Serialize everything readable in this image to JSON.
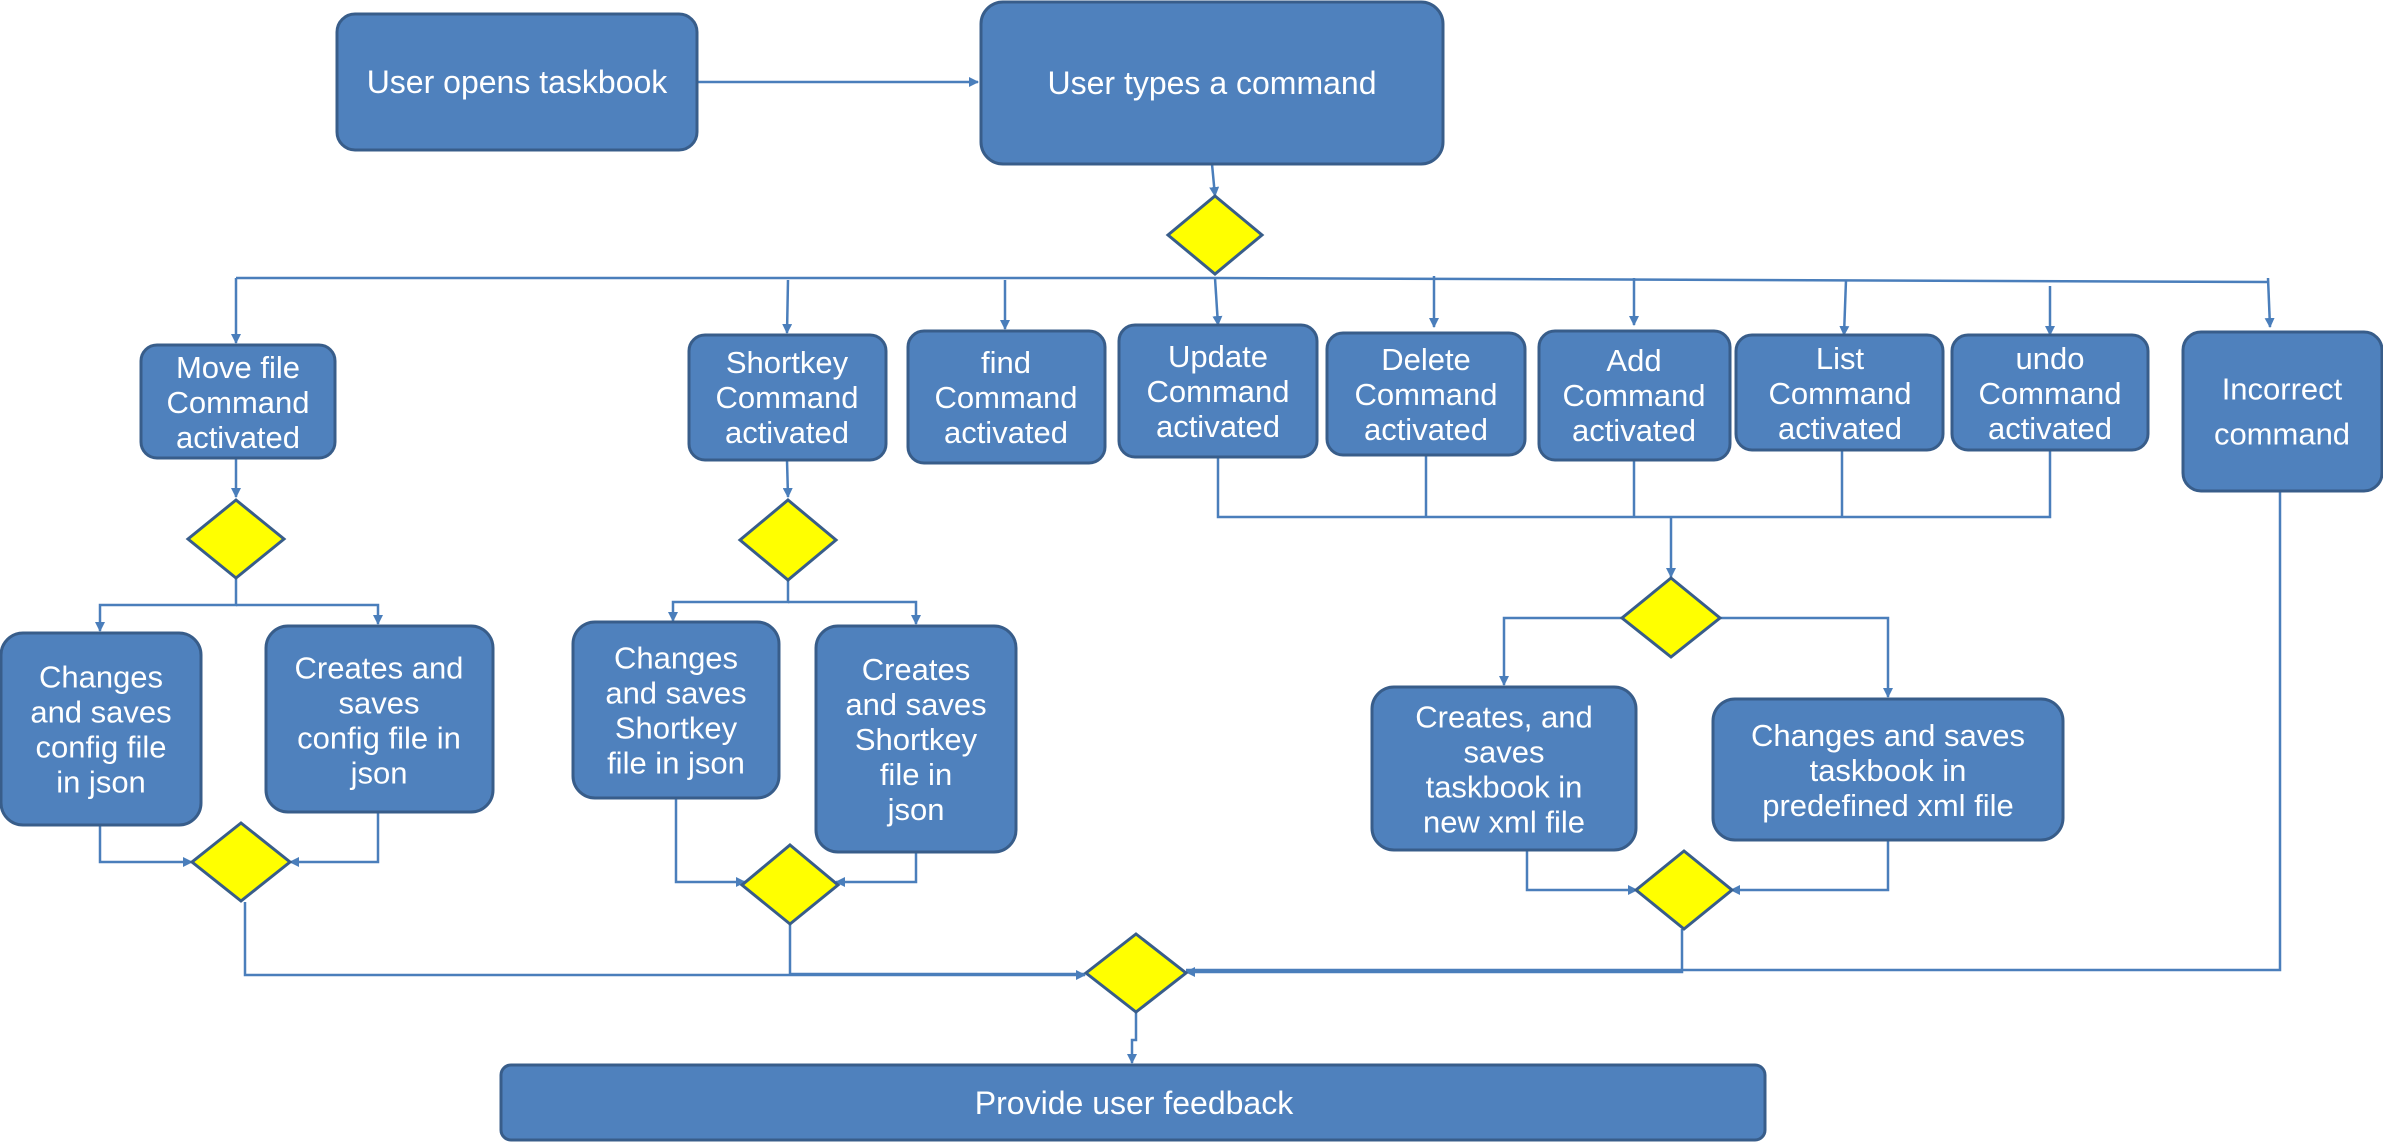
{
  "colors": {
    "box_fill": "#4f81bd",
    "box_stroke": "#385d8a",
    "decision_fill": "#ffff00",
    "line": "#4a7ebb"
  },
  "nodes": {
    "open": "User opens taskbook",
    "type": "User types a command",
    "move": [
      "Move file",
      "Command",
      "activated"
    ],
    "shortkey": [
      "Shortkey",
      "Command",
      "activated"
    ],
    "find": [
      "find",
      "Command",
      "activated"
    ],
    "update": [
      "Update",
      "Command",
      "activated"
    ],
    "delete": [
      "Delete",
      "Command",
      "activated"
    ],
    "add": [
      "Add",
      "Command",
      "activated"
    ],
    "list": [
      "List",
      "Command",
      "activated"
    ],
    "undo": [
      "undo",
      "Command",
      "activated"
    ],
    "incorrect": [
      "Incorrect",
      "command"
    ],
    "changes_config": [
      "Changes",
      "and saves",
      "config file",
      "in json"
    ],
    "creates_config": [
      "Creates and",
      "saves",
      "config file in",
      "json"
    ],
    "changes_shortkey": [
      "Changes",
      "and saves",
      "Shortkey",
      "file in json"
    ],
    "creates_shortkey": [
      "Creates",
      "and saves",
      "Shortkey",
      "file in",
      "json"
    ],
    "creates_xml": [
      "Creates, and",
      "saves",
      "taskbook in",
      "new xml file"
    ],
    "changes_xml": [
      "Changes and saves",
      "taskbook in",
      "predefined xml file"
    ],
    "feedback": "Provide user feedback"
  }
}
